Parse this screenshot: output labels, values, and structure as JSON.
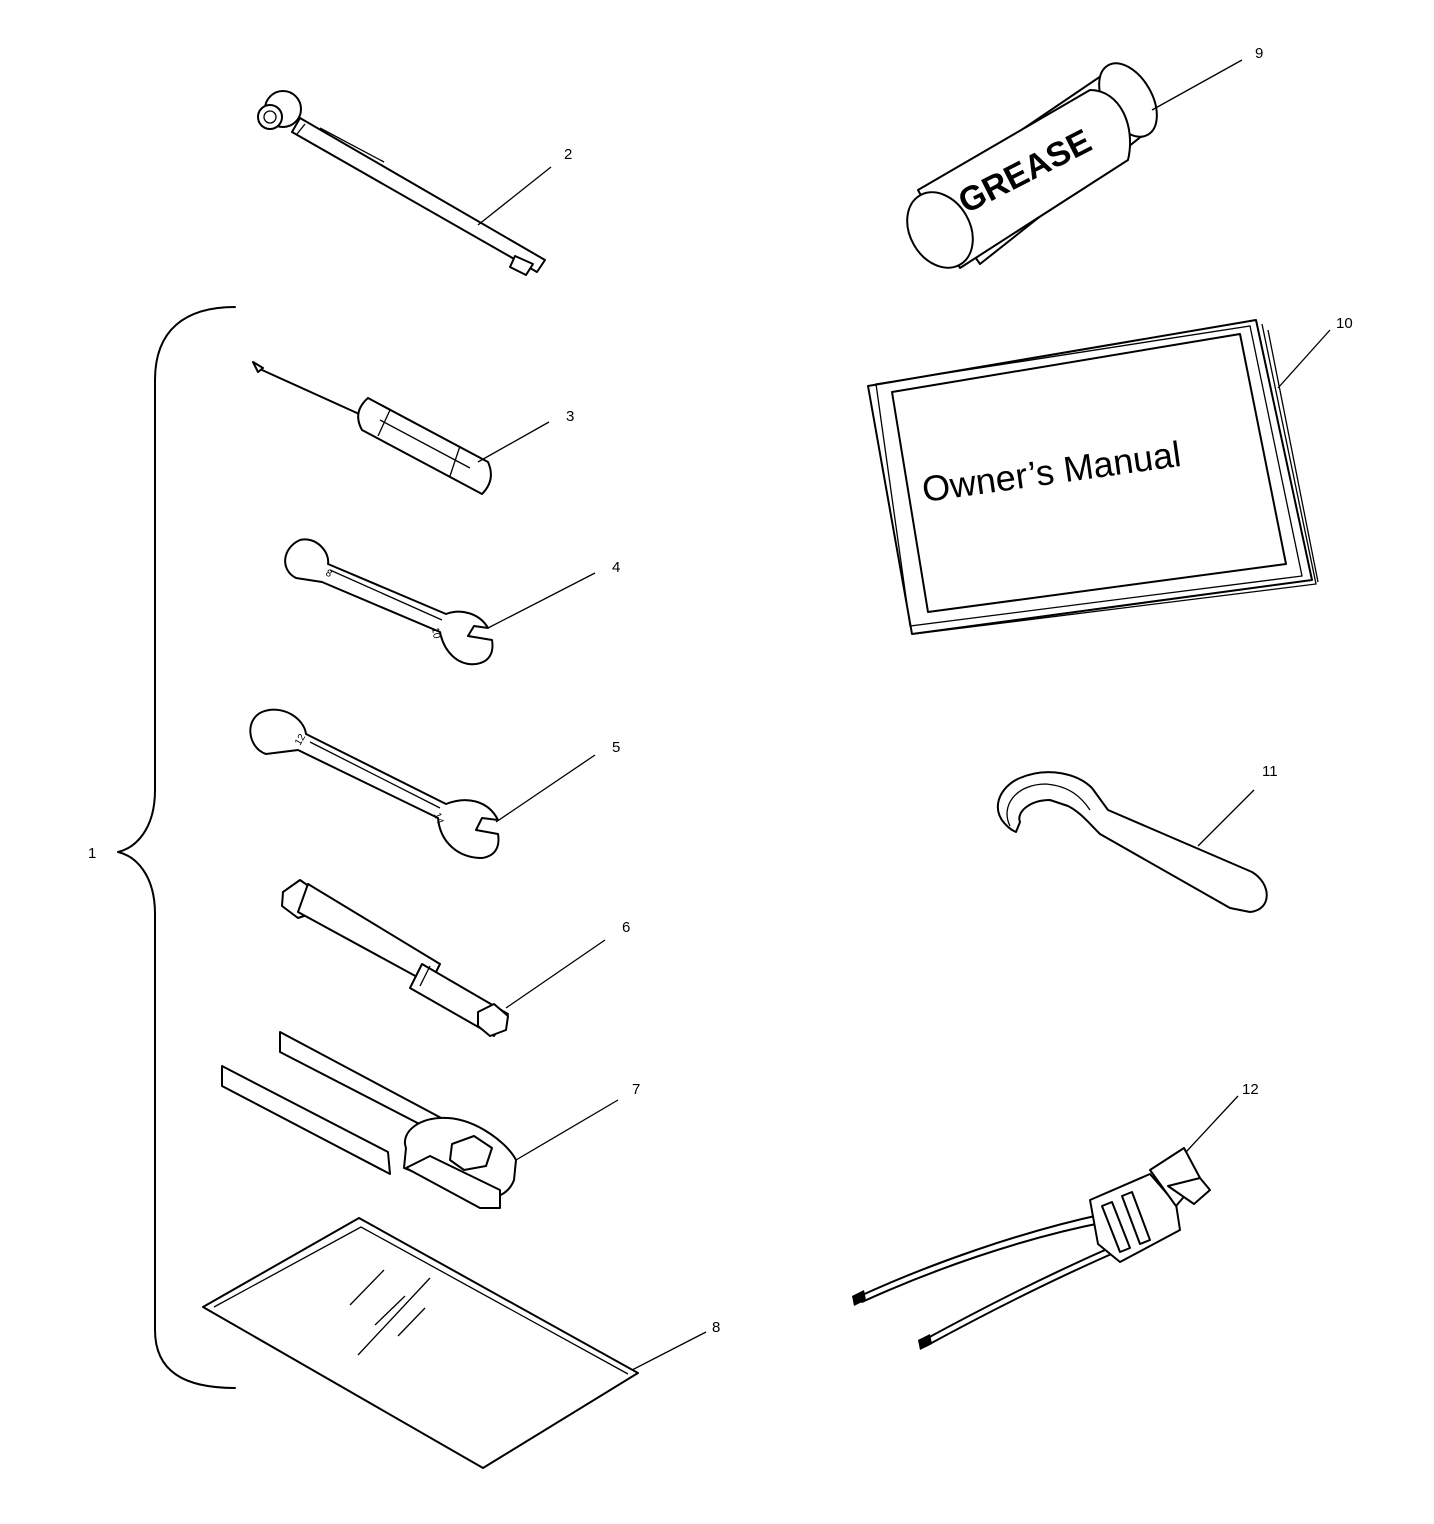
{
  "callouts": {
    "c1": "1",
    "c2": "2",
    "c3": "3",
    "c4": "4",
    "c5": "5",
    "c6": "6",
    "c7": "7",
    "c8": "8",
    "c9": "9",
    "c10": "10",
    "c11": "11",
    "c12": "12"
  },
  "labels": {
    "grease": "GREASE",
    "manual_title": "Owner’s Manual",
    "wrench_small_a": "8",
    "wrench_small_b": "10",
    "wrench_large_a": "12",
    "wrench_large_b": "14"
  }
}
